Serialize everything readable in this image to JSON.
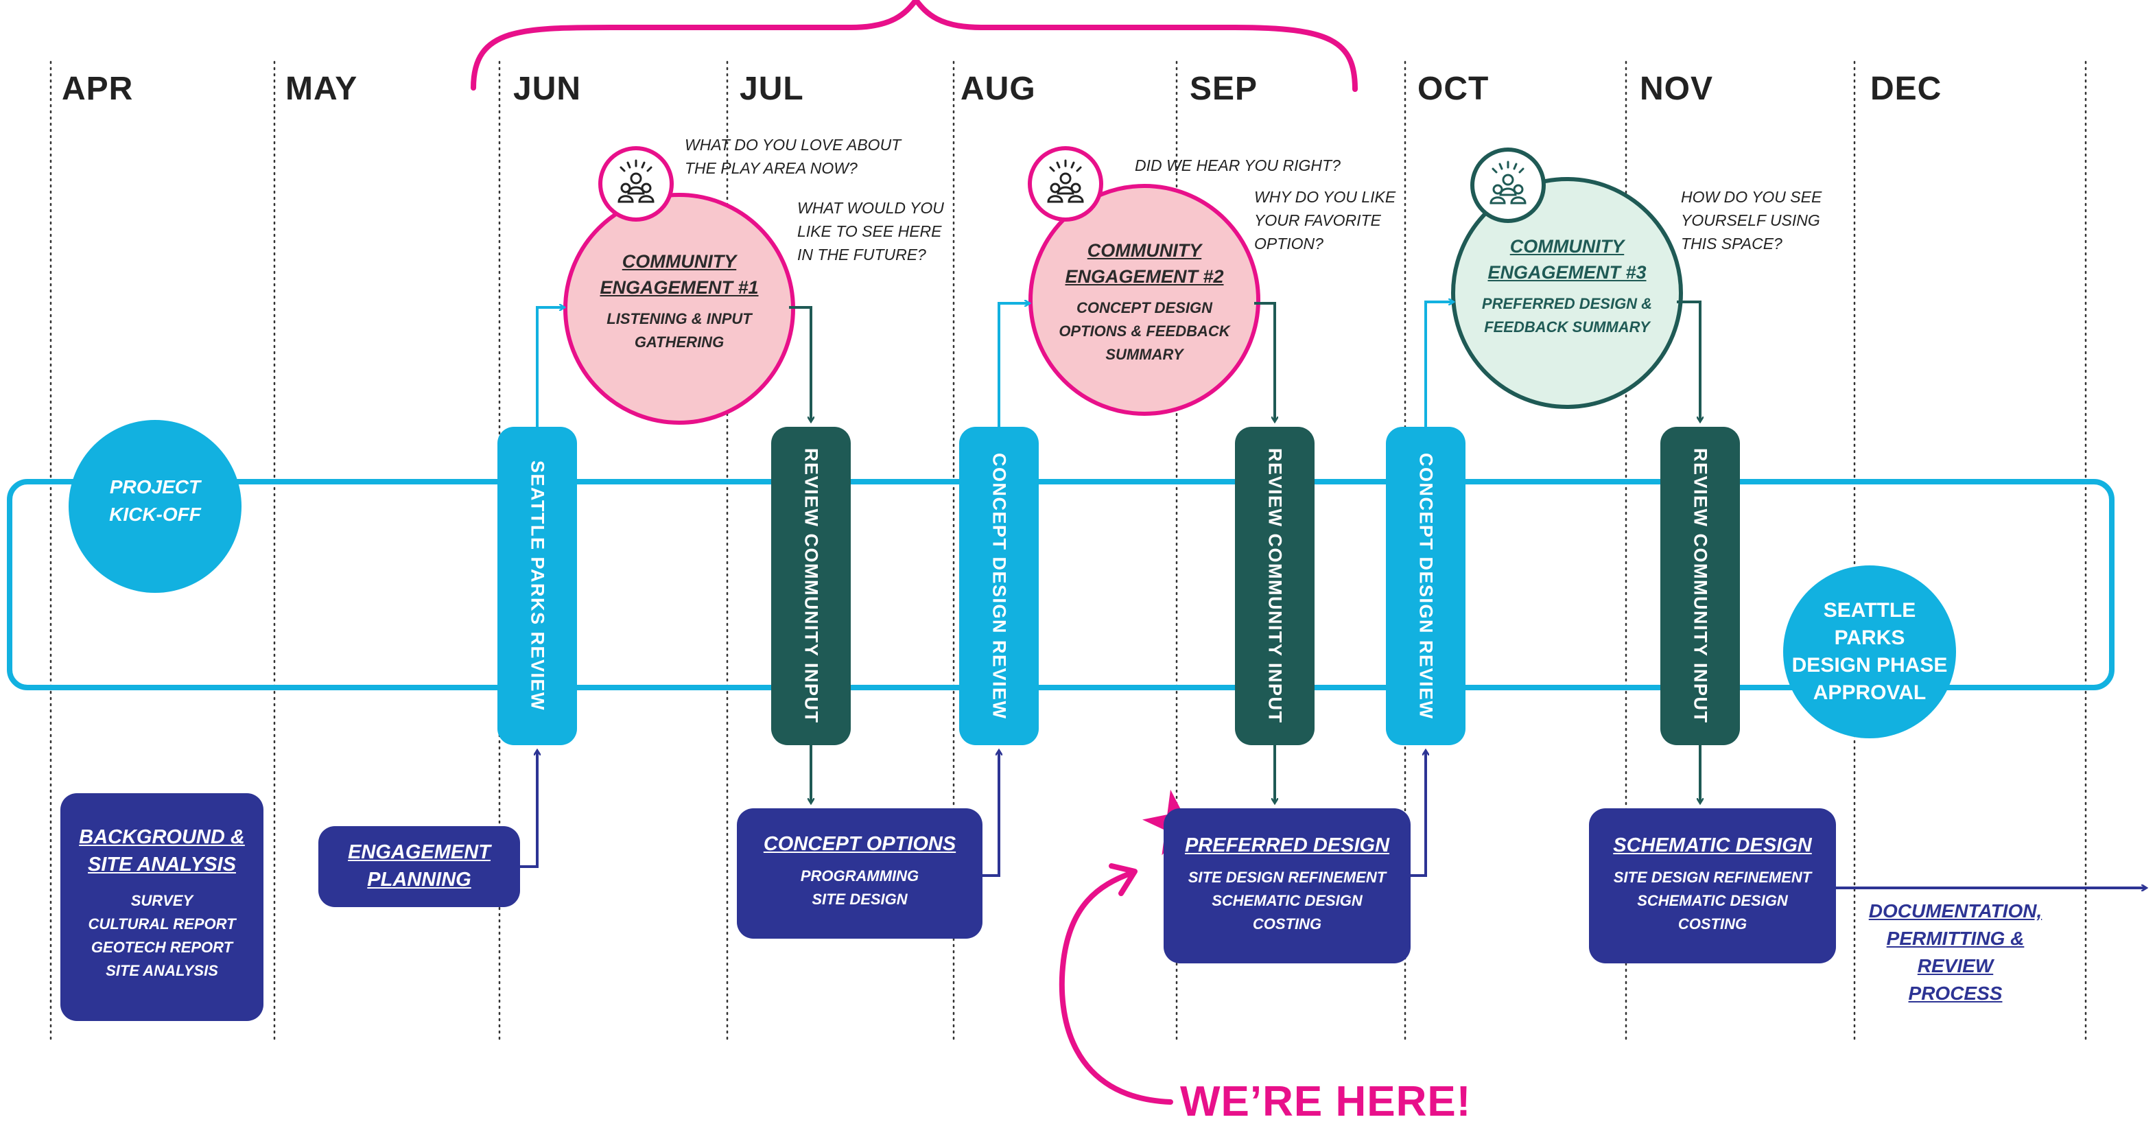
{
  "months": [
    "APR",
    "MAY",
    "JUN",
    "JUL",
    "AUG",
    "SEP",
    "OCT",
    "NOV",
    "DEC"
  ],
  "project_kickoff": [
    "PROJECT",
    "KICK-OFF"
  ],
  "approval": [
    "SEATTLE",
    "PARKS",
    "DESIGN PHASE",
    "APPROVAL"
  ],
  "vertical_bars": [
    {
      "label": "SEATTLE PARKS REVIEW",
      "color": "#12b1e0"
    },
    {
      "label": "REVIEW COMMUNITY INPUT",
      "color": "#1f5a55"
    },
    {
      "label": "CONCEPT DESIGN REVIEW",
      "color": "#12b1e0"
    },
    {
      "label": "REVIEW COMMUNITY INPUT",
      "color": "#1f5a55"
    },
    {
      "label": "CONCEPT DESIGN REVIEW",
      "color": "#12b1e0"
    },
    {
      "label": "REVIEW COMMUNITY INPUT",
      "color": "#1f5a55"
    }
  ],
  "engagements": [
    {
      "title": [
        "COMMUNITY",
        "ENGAGEMENT #1"
      ],
      "sub": [
        "LISTENING & INPUT",
        "GATHERING"
      ],
      "questions": [
        [
          "WHAT DO YOU LOVE ABOUT",
          "THE PLAY AREA NOW?"
        ],
        [
          "WHAT WOULD YOU",
          "LIKE TO SEE HERE",
          "IN THE FUTURE?"
        ]
      ]
    },
    {
      "title": [
        "COMMUNITY",
        "ENGAGEMENT #2"
      ],
      "sub": [
        "CONCEPT DESIGN",
        "OPTIONS & FEEDBACK",
        "SUMMARY"
      ],
      "questions": [
        [
          "DID WE HEAR YOU RIGHT?"
        ],
        [
          "WHY DO YOU LIKE",
          "YOUR FAVORITE",
          "OPTION?"
        ]
      ]
    },
    {
      "title": [
        "COMMUNITY",
        "ENGAGEMENT #3"
      ],
      "sub": [
        "PREFERRED DESIGN &",
        "FEEDBACK SUMMARY"
      ],
      "questions": [
        [
          "HOW DO YOU SEE",
          "YOURSELF USING",
          "THIS SPACE?"
        ]
      ]
    }
  ],
  "boxes": {
    "background": {
      "title": [
        "BACKGROUND &",
        "SITE ANALYSIS"
      ],
      "items": [
        "SURVEY",
        "CULTURAL REPORT",
        "GEOTECH REPORT",
        "SITE ANALYSIS"
      ]
    },
    "engagement_planning": {
      "title": [
        "ENGAGEMENT",
        "PLANNING"
      ]
    },
    "concept_options": {
      "title": [
        "CONCEPT OPTIONS"
      ],
      "items": [
        "PROGRAMMING",
        "SITE DESIGN"
      ]
    },
    "preferred_design": {
      "title": [
        "PREFERRED DESIGN"
      ],
      "items": [
        "SITE DESIGN REFINEMENT",
        "SCHEMATIC DESIGN",
        "COSTING"
      ]
    },
    "schematic_design": {
      "title": [
        "SCHEMATIC DESIGN"
      ],
      "items": [
        "SITE DESIGN REFINEMENT",
        "SCHEMATIC DESIGN",
        "COSTING"
      ]
    }
  },
  "documentation": [
    "DOCUMENTATION,",
    "PERMITTING & REVIEW",
    "PROCESS"
  ],
  "were_here": "WE’RE HERE!",
  "icons": {
    "group": "people-group-icon",
    "star": "star-icon"
  },
  "colors": {
    "cyan": "#12b1e0",
    "teal": "#1f5a55",
    "navy": "#2d3494",
    "magenta": "#e8108a",
    "pink_fill": "#f8c7cd",
    "mint_fill": "#dff1e8"
  }
}
